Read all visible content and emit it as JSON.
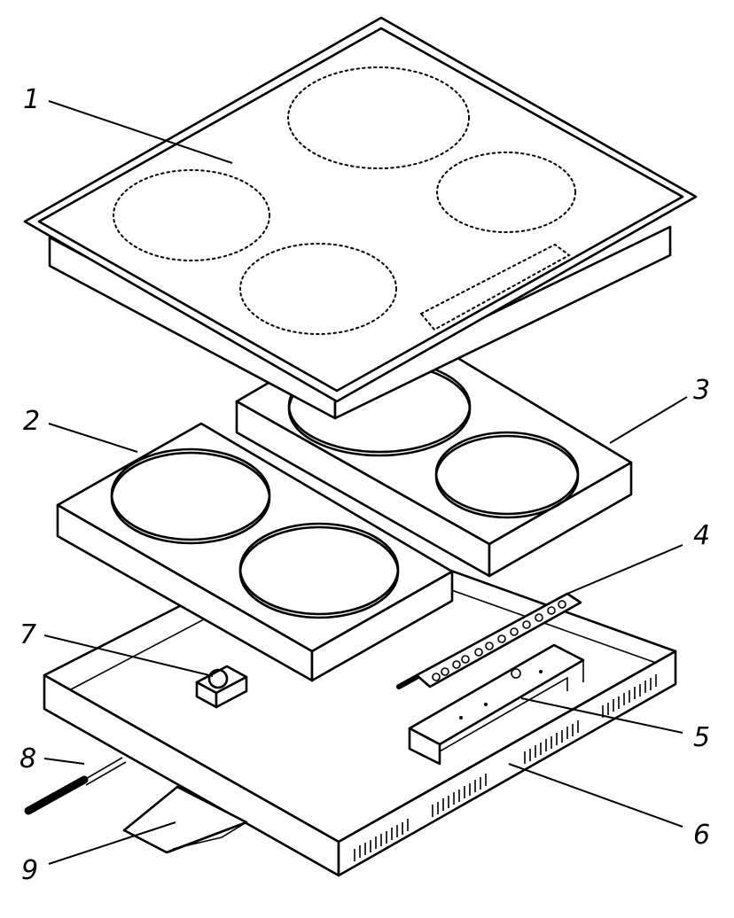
{
  "callouts": [
    {
      "id": "1",
      "text": "1"
    },
    {
      "id": "2",
      "text": "2"
    },
    {
      "id": "3",
      "text": "3"
    },
    {
      "id": "4",
      "text": "4"
    },
    {
      "id": "5",
      "text": "5"
    },
    {
      "id": "6",
      "text": "6"
    },
    {
      "id": "7",
      "text": "7"
    },
    {
      "id": "8",
      "text": "8"
    },
    {
      "id": "9",
      "text": "9"
    }
  ],
  "colors": {
    "line": "#000000",
    "background": "#ffffff"
  }
}
